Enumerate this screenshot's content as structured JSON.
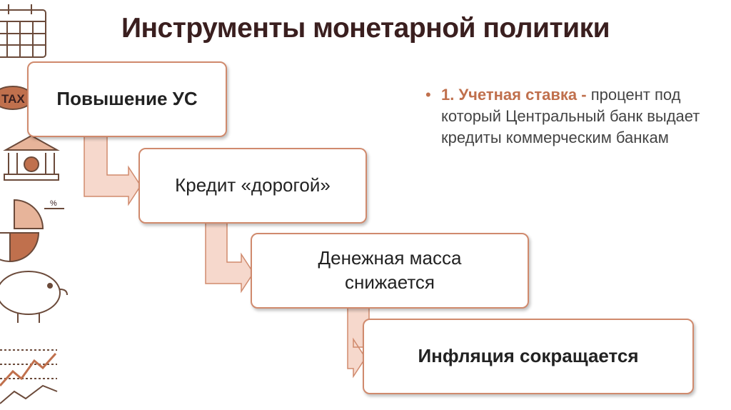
{
  "slide": {
    "title": "Инструменты монетарной политики",
    "steps": [
      {
        "label": "Повышение УС"
      },
      {
        "label": "Кредит «дорогой»"
      },
      {
        "label": "Денежная масса снижается"
      },
      {
        "label": "Инфляция сокращается"
      }
    ],
    "bullet": {
      "term": "1. Учетная ставка - ",
      "definition": "процент под который Центральный банк выдает кредиты коммерческим банкам"
    },
    "sidebar_icons": [
      "calendar-icon",
      "tax-icon",
      "bank-icon",
      "pie-chart-icon",
      "piggy-bank-icon",
      "line-chart-icon"
    ],
    "tax_label": "TAX",
    "percent_label": "%",
    "colors": {
      "accent": "#d08a6d",
      "arrow_fill": "#f6d8cc",
      "title": "#3a1f1f"
    }
  }
}
